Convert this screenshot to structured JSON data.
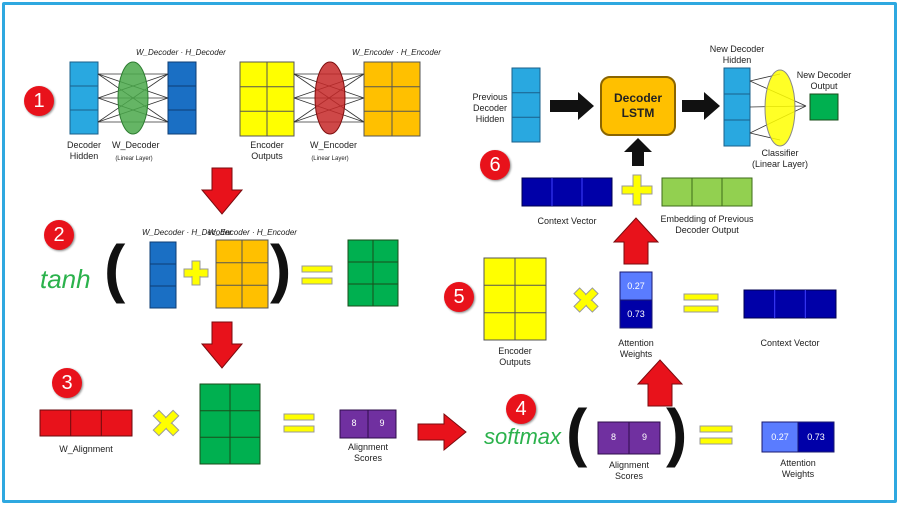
{
  "steps": [
    "1",
    "2",
    "3",
    "4",
    "5",
    "6"
  ],
  "functions": {
    "tanh": "tanh",
    "softmax": "softmax"
  },
  "step1": {
    "decoder_hidden": "Decoder\nHidden",
    "w_decoder_top": "W_Decoder · H_Decoder",
    "w_decoder": "W_Decoder",
    "linear_layer_1": "(Linear Layer)",
    "encoder_outputs": "Encoder\nOutputs",
    "w_encoder_top": "W_Encoder · H_Encoder",
    "w_encoder": "W_Encoder",
    "linear_layer_2": "(Linear Layer)"
  },
  "step2": {
    "term1": "W_Decoder · H_Decoder",
    "term2": "W_Encoder · H_Encoder"
  },
  "step3": {
    "w_alignment": "W_Alignment",
    "alignment_scores": "Alignment\nScores",
    "scores": [
      "8",
      "9"
    ]
  },
  "step4": {
    "alignment_scores": "Alignment\nScores",
    "scores": [
      "8",
      "9"
    ],
    "attention_weights": "Attention\nWeights",
    "weights": [
      "0.27",
      "0.73"
    ]
  },
  "step5": {
    "encoder_outputs": "Encoder\nOutputs",
    "attention_weights": "Attention\nWeights",
    "weights": [
      "0.27",
      "0.73"
    ],
    "context_vector": "Context Vector"
  },
  "step6": {
    "previous_decoder_hidden": "Previous\nDecoder\nHidden",
    "decoder_lstm": "Decoder\nLSTM",
    "new_decoder_hidden": "New Decoder\nHidden",
    "new_decoder_output": "New Decoder\nOutput",
    "classifier": "Classifier\n(Linear Layer)",
    "context_vector": "Context Vector",
    "embedding": "Embedding of Previous\nDecoder Output"
  },
  "colors": {
    "red": "#e8121b",
    "green": "#2bb24c",
    "blue": "#1a6fc4",
    "lightblue": "#29a8e0",
    "yellow": "#ffff00",
    "orange": "#ffc000",
    "darkblue": "#0000a8",
    "purple": "#7030a0",
    "lightgreen": "#92d050",
    "accent_green": "#00b050"
  }
}
